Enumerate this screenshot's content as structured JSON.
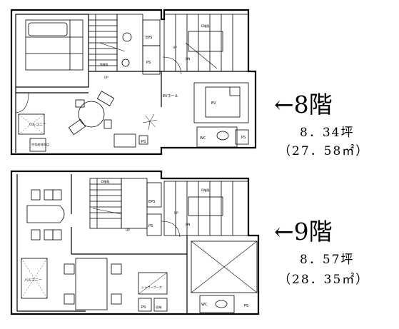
{
  "floor8": {
    "title": "←8階",
    "area_tsubo": "8．34坪",
    "area_m2": "（27．58㎡）",
    "room_labels": {
      "eps": "EPS",
      "ps_upper": "PS",
      "ps_lower": "PS",
      "ps_right": "PS",
      "stairs_a": "D階段",
      "stairs_b": "D階段",
      "up_a": "UP",
      "up_b": "UP",
      "dn": "DN",
      "ev_hall": "EVホール",
      "ev": "EV",
      "wc": "WC",
      "balcony": "バルコニー",
      "air_intake": "空気給排気口"
    }
  },
  "floor9": {
    "title": "←9階",
    "area_tsubo": "8．57坪",
    "area_m2": "（28．35㎡）",
    "room_labels": {
      "eps": "EPS",
      "ps_a": "PS",
      "ps_b": "PS",
      "ps_c": "PS",
      "stairs_a": "D階段",
      "stairs_b": "D階段",
      "up_a": "UP",
      "up_b": "UP",
      "dn": "DN",
      "wc": "WC",
      "shower": "シャワーブース",
      "balcony": "バルコニー",
      "storage": "収納"
    }
  }
}
